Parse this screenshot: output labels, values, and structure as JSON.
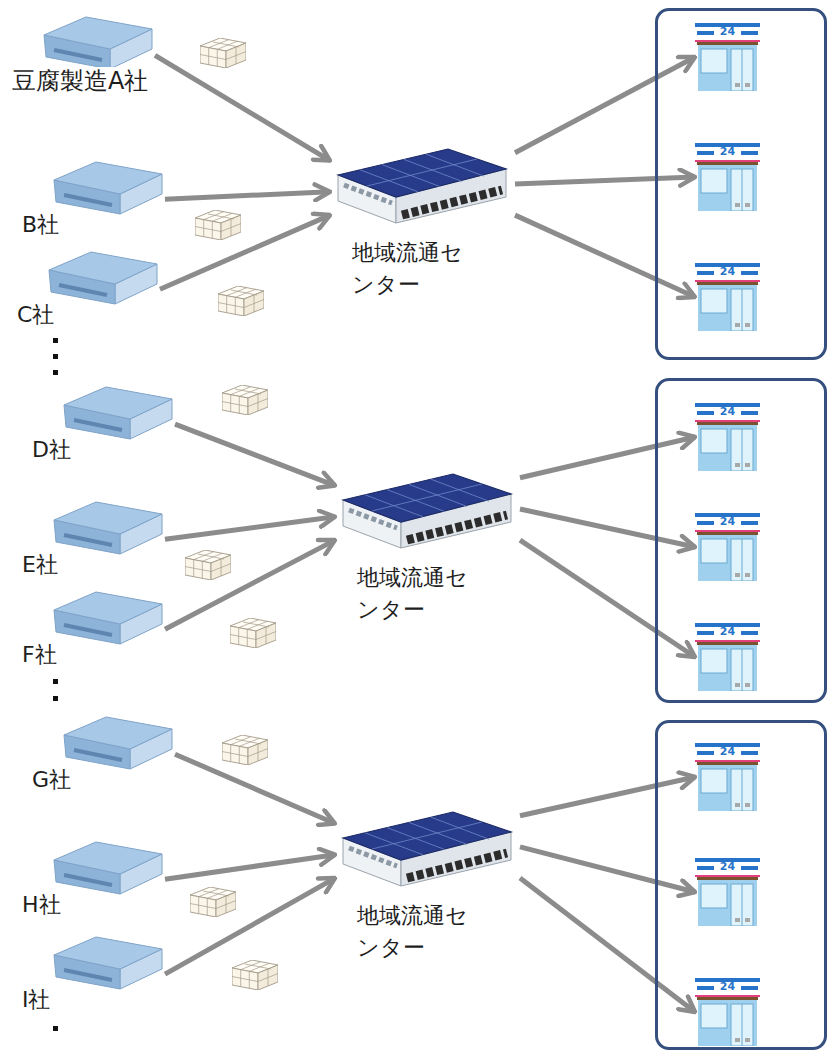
{
  "diagram": {
    "nodes": [
      {
        "text": [
          "豆腐製造A社"
        ]
      },
      {
        "text": [
          "B社"
        ]
      },
      {
        "text": [
          "C社"
        ]
      },
      {
        "text": [
          "地域流通セ ンター"
        ]
      },
      {
        "text": []
      },
      {
        "text": [
          "24"
        ],
        "in": 4
      },
      {
        "text": [
          "24"
        ],
        "in": 4
      },
      {
        "text": [
          "24"
        ],
        "in": 4
      },
      {
        "text": [
          "D社"
        ]
      },
      {
        "text": [
          "E社"
        ]
      },
      {
        "text": [
          "F社"
        ]
      },
      {
        "text": [
          "地域流通セ ンター"
        ]
      },
      {
        "text": []
      },
      {
        "text": [
          "24"
        ],
        "in": 12
      },
      {
        "text": [
          "24"
        ],
        "in": 12
      },
      {
        "text": [
          "24"
        ],
        "in": 12
      },
      {
        "text": [
          "G社"
        ]
      },
      {
        "text": [
          "H社"
        ]
      },
      {
        "text": [
          "I社"
        ]
      },
      {
        "text": [
          "地域流通セ ンター"
        ]
      },
      {
        "text": []
      },
      {
        "text": [
          "24"
        ],
        "in": 20
      },
      {
        "text": [
          "24"
        ],
        "in": 20
      },
      {
        "text": [
          "24"
        ],
        "in": 20
      }
    ],
    "edges": [
      {
        "from": 0,
        "to": 3,
        "arrow": "to"
      },
      {
        "from": 1,
        "to": 3,
        "arrow": "to"
      },
      {
        "from": 2,
        "to": 3,
        "arrow": "to"
      },
      {
        "from": 3,
        "to": 5,
        "arrow": "to"
      },
      {
        "from": 3,
        "to": 6,
        "arrow": "to"
      },
      {
        "from": 3,
        "to": 7,
        "arrow": "to"
      },
      {
        "from": 8,
        "to": 11,
        "arrow": "to"
      },
      {
        "from": 9,
        "to": 11,
        "arrow": "to"
      },
      {
        "from": 10,
        "to": 11,
        "arrow": "to"
      },
      {
        "from": 11,
        "to": 13,
        "arrow": "to"
      },
      {
        "from": 11,
        "to": 14,
        "arrow": "to"
      },
      {
        "from": 11,
        "to": 15,
        "arrow": "to"
      },
      {
        "from": 16,
        "to": 19,
        "arrow": "to"
      },
      {
        "from": 17,
        "to": 19,
        "arrow": "to"
      },
      {
        "from": 18,
        "to": 19,
        "arrow": "to"
      },
      {
        "from": 19,
        "to": 21,
        "arrow": "to"
      },
      {
        "from": 19,
        "to": 22,
        "arrow": "to"
      },
      {
        "from": 19,
        "to": 23,
        "arrow": "to"
      }
    ]
  }
}
